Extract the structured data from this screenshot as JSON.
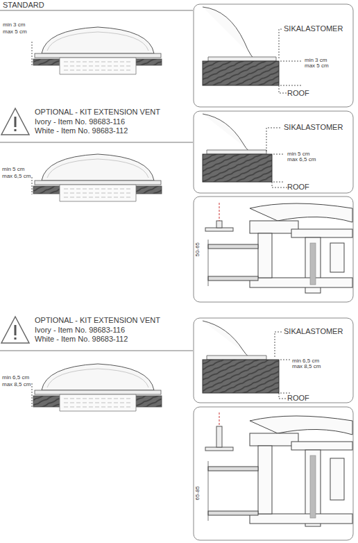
{
  "diagram": {
    "nodes": [
      {
        "text": [
          "SIKALASTOMER",
          "min 3 cm max 5 cm",
          "ROOF"
        ]
      },
      {
        "text": [
          "SIKALASTOMER",
          "min 5 cm max 6,5 cm",
          "ROOF"
        ]
      },
      {
        "text": [
          "50-65"
        ]
      },
      {
        "text": [
          "SIKALASTOMER",
          "min 6,5 cm max 8,5 cm",
          "ROOF"
        ]
      },
      {
        "text": [
          "65-85"
        ]
      }
    ],
    "labels": [
      "STANDARD",
      "min 3 cm",
      "max 5 cm",
      "OPTIONAL - KIT EXTENSION VENT",
      "Ivory - Item No. 98683-116",
      "White - Item No. 98683-112",
      "min 5 cm",
      "max 6,5 cm",
      "OPTIONAL - KIT EXTENSION VENT",
      "Ivory - Item No. 98683-116",
      "White - Item No. 98683-112",
      "min 6,5 cm",
      "max 8,5 cm"
    ]
  }
}
